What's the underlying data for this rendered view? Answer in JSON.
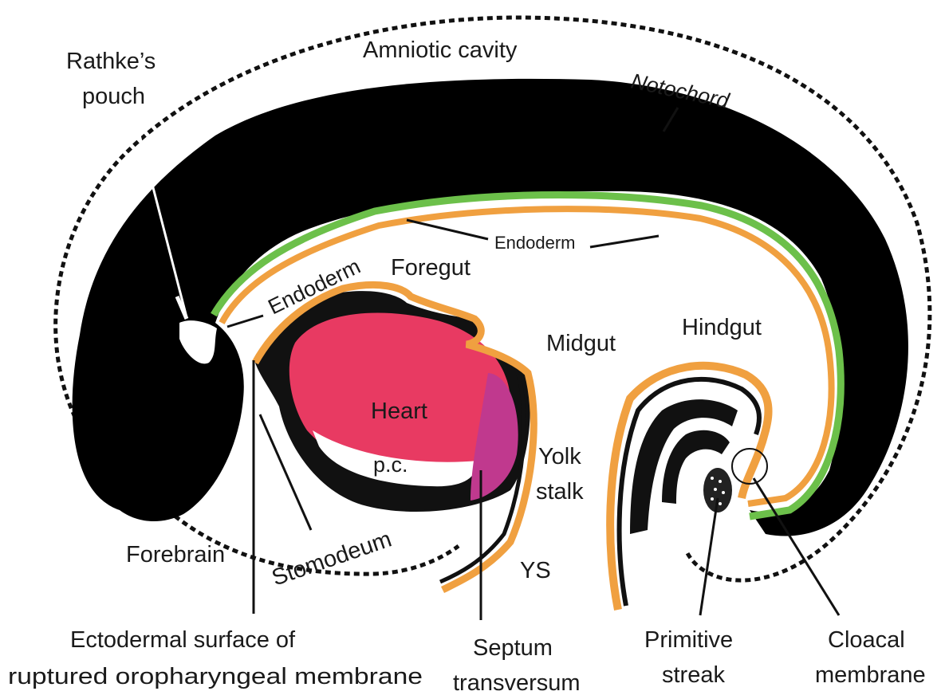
{
  "labels": {
    "amniotic_cavity": "Amniotic cavity",
    "rathkes_pouch_line1": "Rathke’s",
    "rathkes_pouch_line2": "pouch",
    "notochord": "Notochord",
    "endoderm_upper": "Endoderm",
    "endoderm_left": "Endoderm",
    "foregut": "Foregut",
    "midgut": "Midgut",
    "hindgut": "Hindgut",
    "heart": "Heart",
    "pericardial_cavity": "p.c.",
    "yolk_stalk_line1": "Yolk",
    "yolk_stalk_line2": "stalk",
    "yolk_sac": "YS",
    "forebrain": "Forebrain",
    "stomodeum": "Stomodeum",
    "ectodermal_line1": "Ectodermal surface of",
    "ectodermal_line2": "ruptured oropharyngeal membrane",
    "septum_line1": "Septum",
    "septum_line2": "transversum",
    "primitive_streak_line1": "Primitive",
    "primitive_streak_line2": "streak",
    "cloacal_membrane_line1": "Cloacal",
    "cloacal_membrane_line2": "membrane"
  },
  "colors": {
    "ectoderm_black": "#000000",
    "endoderm_orange": "#f0a040",
    "notochord_green": "#6cc04a",
    "heart_pink": "#e83a62",
    "septum_magenta": "#c0398e",
    "background_white": "#ffffff"
  }
}
